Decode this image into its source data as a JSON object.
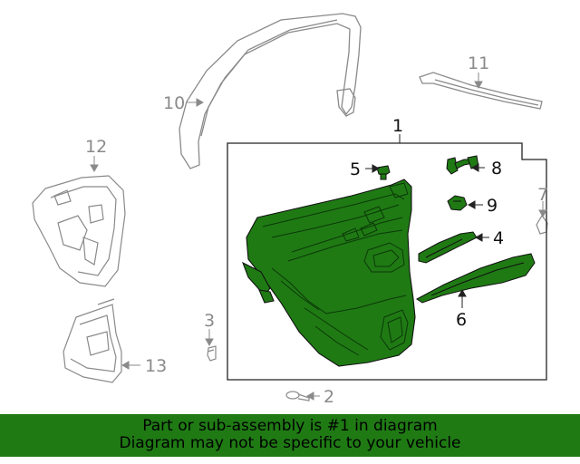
{
  "callouts": {
    "c1": "1",
    "c2": "2",
    "c3": "3",
    "c4": "4",
    "c5": "5",
    "c6": "6",
    "c7": "7",
    "c8": "8",
    "c9": "9",
    "c10": "10",
    "c11": "11",
    "c12": "12",
    "c13": "13"
  },
  "footer": {
    "line1": "Part or sub-assembly is #1 in diagram",
    "line2": "Diagram may not be specific to your vehicle"
  },
  "colors": {
    "highlight_part": "#1f7a14",
    "footer_band": "#1f7a14",
    "other_parts": "#8a8a8a",
    "line_art": "#222222"
  }
}
